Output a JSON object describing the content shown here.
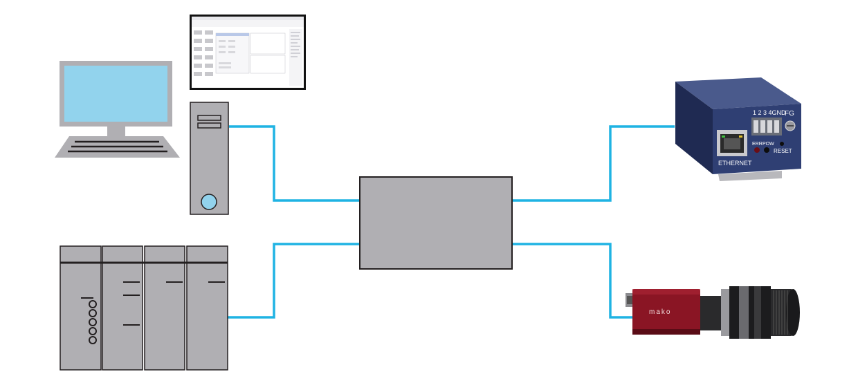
{
  "colors": {
    "cable": "#1fb3e3",
    "device_gray": "#b0afb3",
    "monitor_screen": "#92d3ed",
    "io_module_blue": "#2f3f73",
    "camera_red": "#8a1524",
    "outline": "#231f20"
  },
  "nodes": [
    {
      "id": "laptop",
      "kind": "pc-monitor-keyboard"
    },
    {
      "id": "software-window",
      "kind": "screenshot-thumbnail"
    },
    {
      "id": "tower-pc",
      "kind": "tower-computer"
    },
    {
      "id": "plc-rack",
      "kind": "plc-rack"
    },
    {
      "id": "central-switch",
      "kind": "network-switch"
    },
    {
      "id": "io-module",
      "kind": "ethernet-io-module"
    },
    {
      "id": "camera",
      "kind": "machine-vision-camera"
    }
  ],
  "edges": [
    {
      "from": "tower-pc",
      "to": "central-switch"
    },
    {
      "from": "plc-rack",
      "to": "central-switch"
    },
    {
      "from": "central-switch",
      "to": "io-module"
    },
    {
      "from": "central-switch",
      "to": "camera"
    }
  ],
  "io_module": {
    "pin_label": "1 2 3 4GND",
    "fg_label": "FG",
    "err_label": "ERR",
    "pow_label": "POW",
    "reset_label": "RESET",
    "ethernet_label": "ETHERNET"
  },
  "camera": {
    "brand": "mako"
  }
}
